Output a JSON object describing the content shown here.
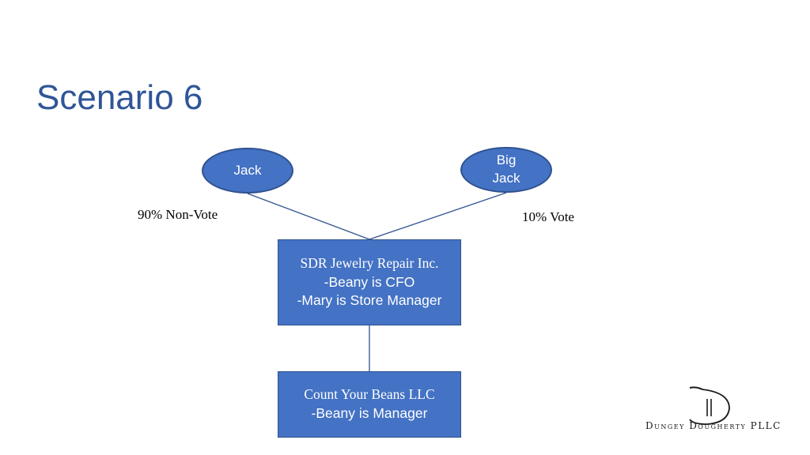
{
  "slide": {
    "title": "Scenario 6"
  },
  "diagram": {
    "owners": [
      {
        "label": "Jack"
      },
      {
        "label_line1": "Big",
        "label_line2": "Jack"
      }
    ],
    "edge_labels": {
      "jack": "90% Non-Vote",
      "big_jack": "10% Vote"
    },
    "entities": [
      {
        "name": "SDR Jewelry Repair Inc.",
        "line2": "-Beany is CFO",
        "line3": "-Mary is Store Manager"
      },
      {
        "name": "Count Your Beans LLC",
        "line2": "-Beany is Manager"
      }
    ],
    "colors": {
      "fill": "#4472C4",
      "border": "#2F528F",
      "title": "#2F5597"
    }
  },
  "logo": {
    "text": "Dungey Dougherty PLLC"
  }
}
